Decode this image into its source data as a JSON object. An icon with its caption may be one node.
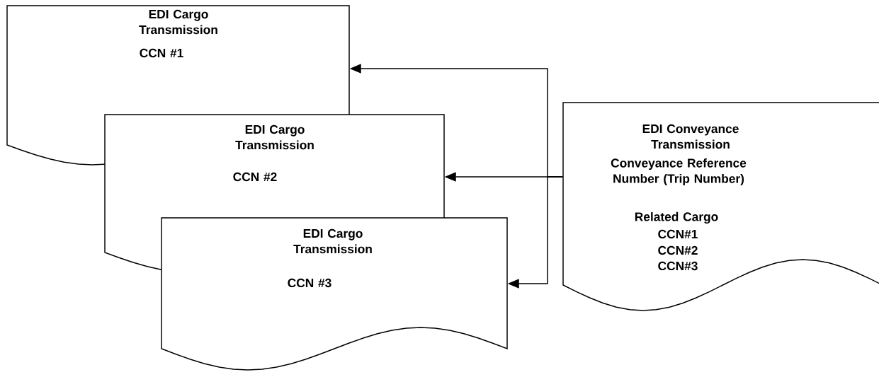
{
  "diagram": {
    "nodes": [
      {
        "text": [
          "EDI Cargo Transmission",
          "CCN #1"
        ]
      },
      {
        "text": [
          "EDI Cargo Transmission",
          "CCN #2"
        ]
      },
      {
        "text": [
          "EDI Cargo Transmission",
          "CCN #3"
        ]
      },
      {
        "text": [
          "EDI Conveyance Transmission",
          "Conveyance Reference Number (Trip Number)",
          "Related Cargo",
          "CCN#1",
          "CCN#2",
          "CCN#3"
        ]
      }
    ],
    "edges": [
      {
        "from": 3,
        "to": 0,
        "arrow": "to"
      },
      {
        "from": 3,
        "to": 1,
        "arrow": "to"
      },
      {
        "from": 3,
        "to": 2,
        "arrow": "to"
      }
    ]
  }
}
